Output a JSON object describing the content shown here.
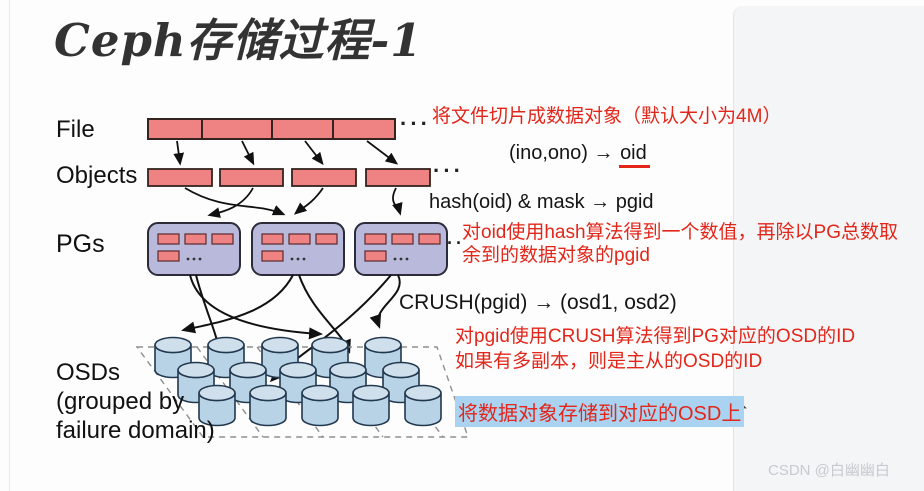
{
  "title": "Ceph存储过程-1",
  "watermark": "CSDN @白幽幽白",
  "diagram": {
    "labels": {
      "file": "File",
      "objects": "Objects",
      "pgs": "PGs",
      "osds": "OSDs\n(grouped by\n failure domain)"
    },
    "dots": "···",
    "pg_dots": "··",
    "formulas": {
      "ino_ono_left": "(ino,ono) → ",
      "ino_ono_oid": "oid",
      "hash_mask": "hash(oid) & mask → pgid",
      "crush": "CRUSH(pgid) → (osd1, osd2)"
    }
  },
  "annotations": {
    "note_slice": "将文件切片成数据对象（默认大小为4M）",
    "note_hash": "对oid使用hash算法得到一个数值，再除以PG总数取\n余到的数据对象的pgid",
    "note_crush": "对pgid使用CRUSH算法得到PG对应的OSD的ID\n如果有多副本，则是主从的OSD的ID",
    "note_store": "将数据对象存储到对应的OSD上"
  },
  "colors": {
    "red_text": "#e3261a",
    "salmon_block": "#ef8282",
    "pg_lavender": "#b9b9dc",
    "osd_cylinder": "#b9d3e6",
    "highlight_selection": "#a9d3f1"
  }
}
